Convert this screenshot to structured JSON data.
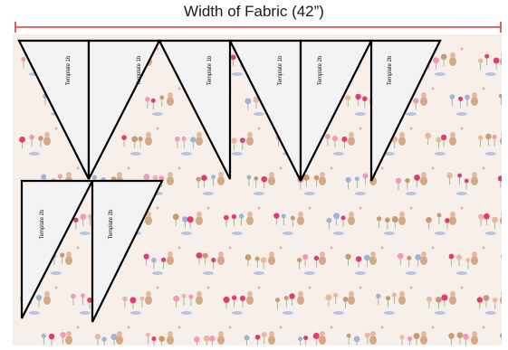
{
  "measurement": {
    "title": "Width of Fabric (42”)",
    "line_color": "#d9383a"
  },
  "fabric": {
    "background": "#f6efea",
    "motif_colors": [
      "#e63a6b",
      "#f29ab8",
      "#9bb3dd",
      "#c99a6a",
      "#e8b9a0"
    ]
  },
  "templates": {
    "fill": "#f3f3f3",
    "stroke": "#000000",
    "row1_labels": [
      "Template 1b",
      "Template 1b",
      "Template 1b",
      "Template 1b",
      "Template 2b",
      "Template 2b"
    ],
    "row2_labels": [
      "Template 2b",
      "Template 2b"
    ]
  }
}
